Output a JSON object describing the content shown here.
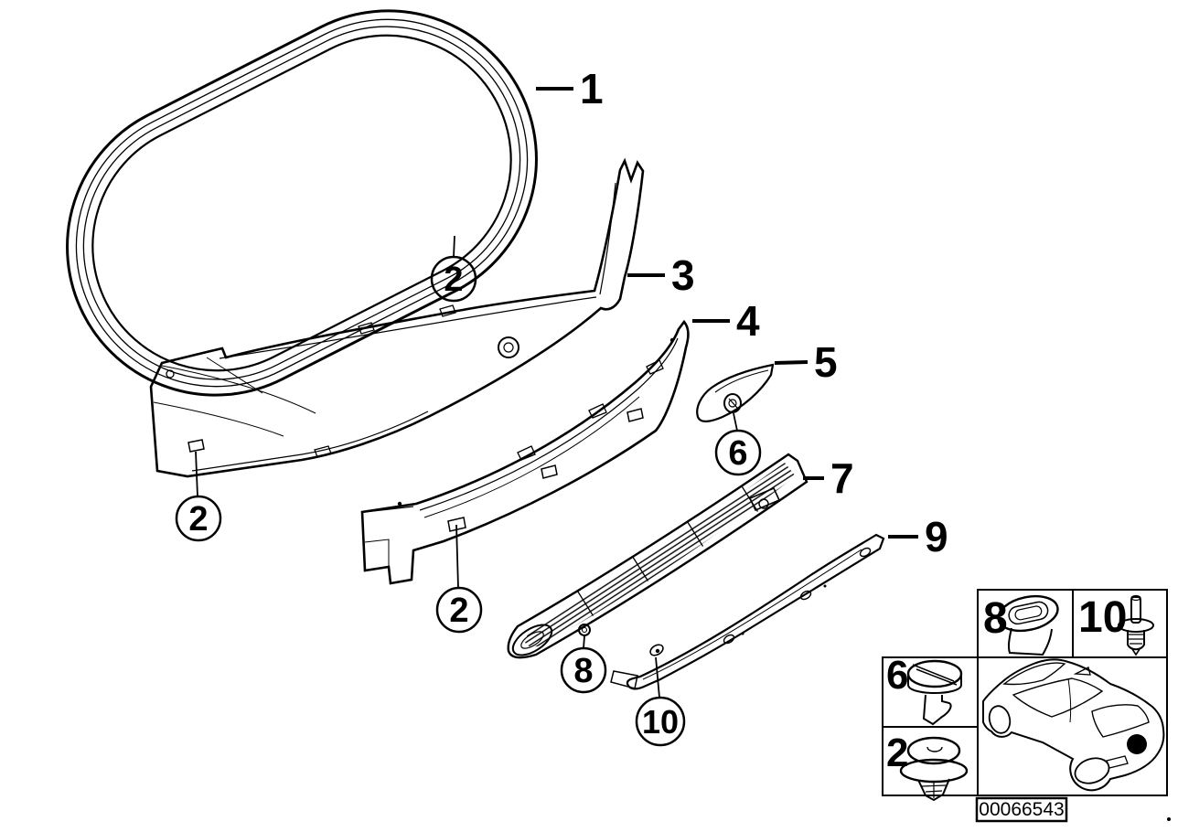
{
  "callouts": {
    "n1": "1",
    "n2": "2",
    "n3": "3",
    "n4": "4",
    "n5": "5",
    "n6": "6",
    "n7": "7",
    "n8": "8",
    "n9": "9",
    "n10": "10"
  },
  "legend": {
    "cells": [
      {
        "label": "8",
        "icon": "grommet-icon"
      },
      {
        "label": "10",
        "icon": "expanding-rivet-icon"
      },
      {
        "label": "6",
        "icon": "slotted-clip-icon"
      },
      {
        "label": "2",
        "icon": "push-clip-icon"
      }
    ]
  },
  "footer": {
    "part_number": "00066543"
  },
  "colors": {
    "line": "#000000",
    "background": "#ffffff"
  }
}
